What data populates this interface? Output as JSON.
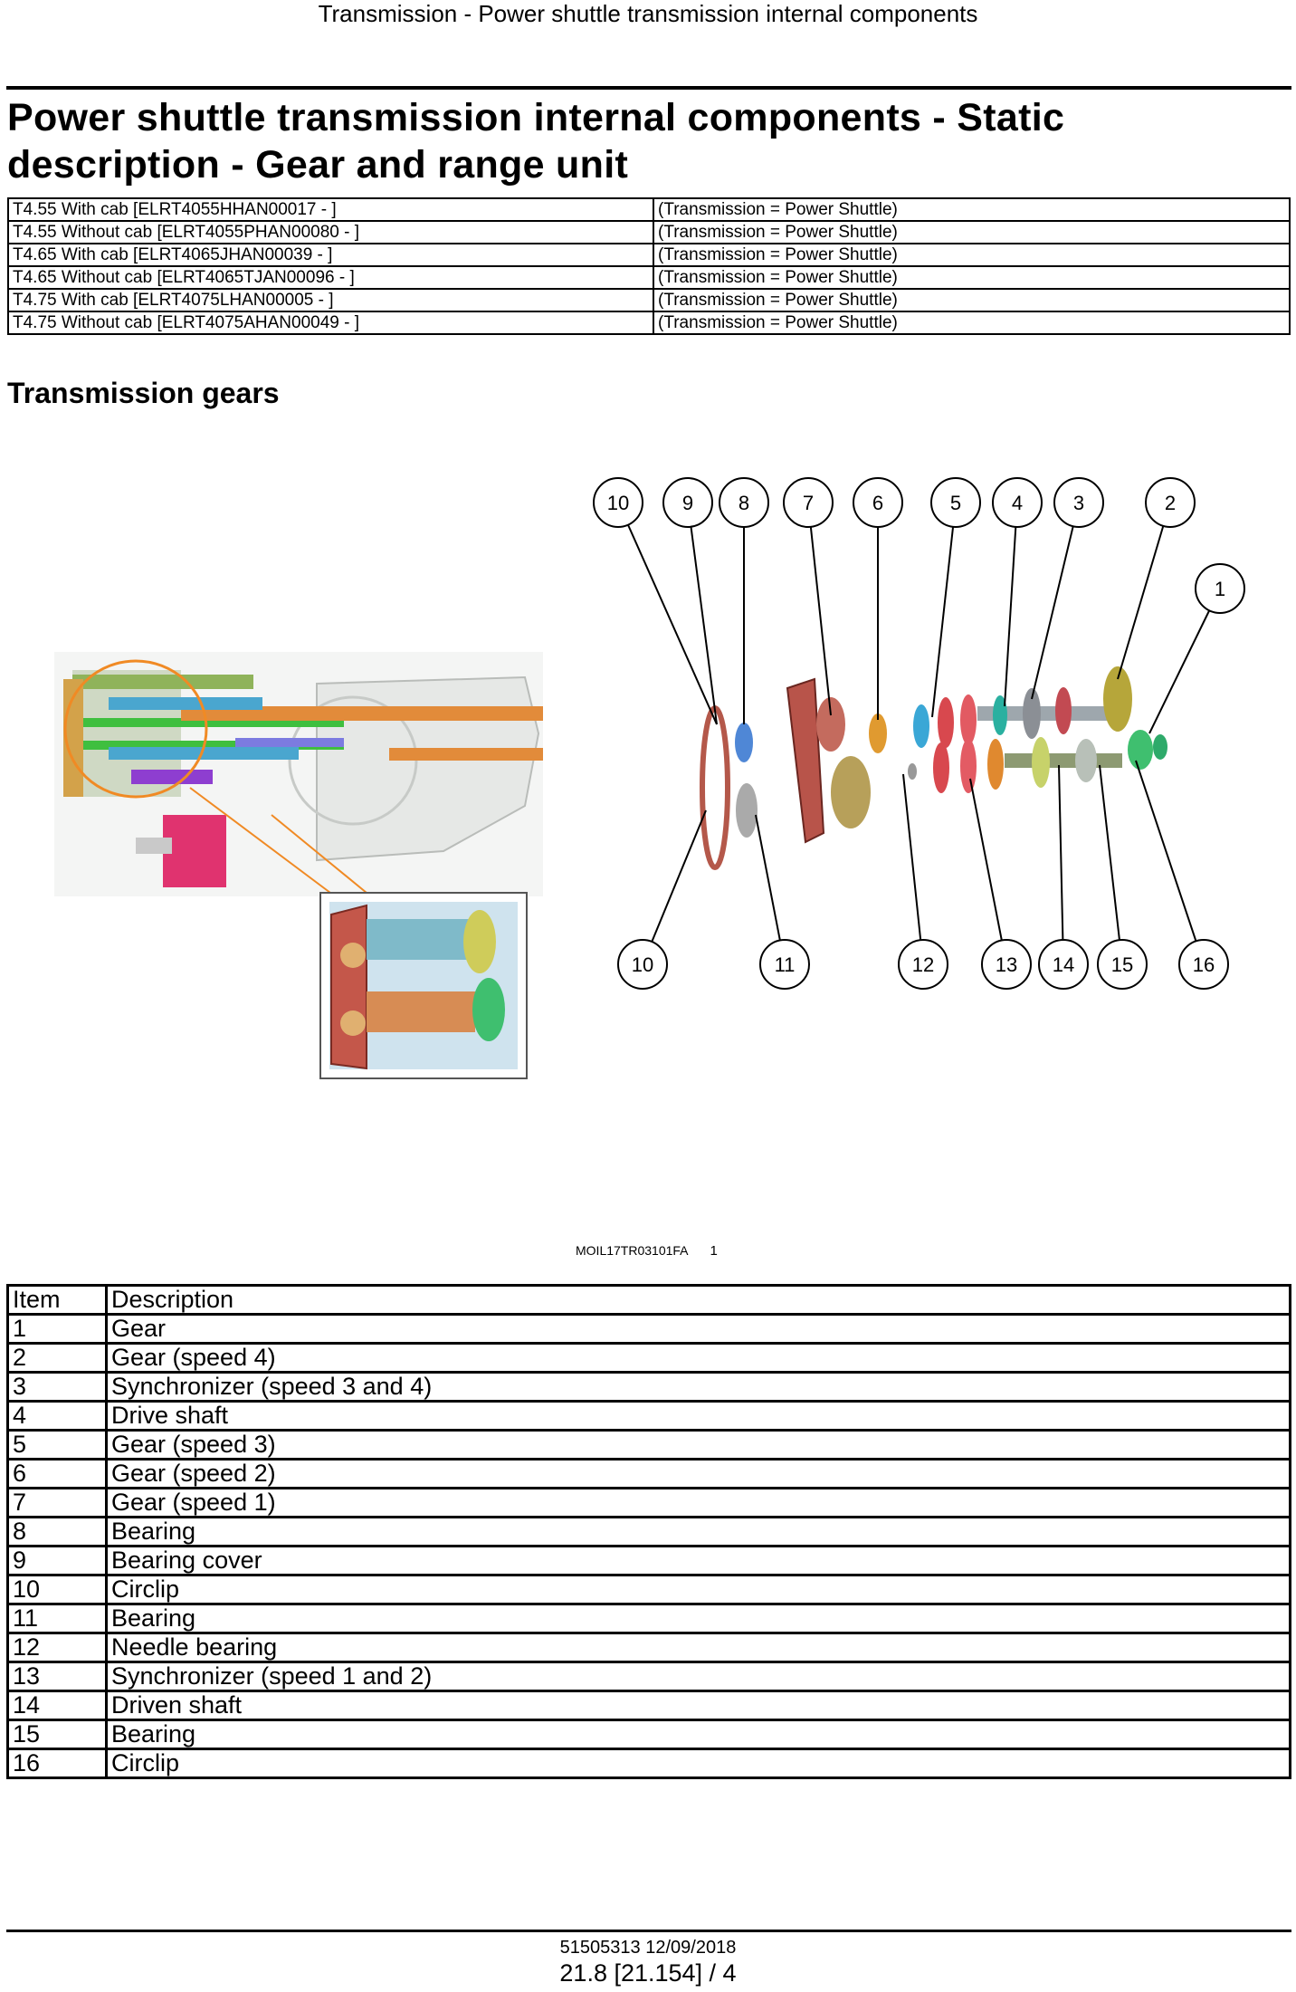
{
  "running_header": "Transmission - Power shuttle transmission internal components",
  "title": "Power shuttle transmission internal components - Static description - Gear and range unit",
  "applicability": [
    {
      "model": "T4.55 With cab [ELRT4055HHAN00017 - ]",
      "config": "(Transmission = Power Shuttle)"
    },
    {
      "model": "T4.55 Without cab [ELRT4055PHAN00080 - ]",
      "config": "(Transmission = Power Shuttle)"
    },
    {
      "model": "T4.65 With cab [ELRT4065JHAN00039 - ]",
      "config": "(Transmission = Power Shuttle)"
    },
    {
      "model": "T4.65 Without cab [ELRT4065TJAN00096 - ]",
      "config": "(Transmission = Power Shuttle)"
    },
    {
      "model": "T4.75 With cab [ELRT4075LHAN00005 - ]",
      "config": "(Transmission = Power Shuttle)"
    },
    {
      "model": "T4.75 Without cab [ELRT4075AHAN00049 - ]",
      "config": "(Transmission = Power Shuttle)"
    }
  ],
  "section_title": "Transmission gears",
  "figure": {
    "callouts": [
      "1",
      "2",
      "3",
      "4",
      "5",
      "6",
      "7",
      "8",
      "9",
      "10",
      "11",
      "12",
      "13",
      "14",
      "15",
      "16"
    ],
    "reference_code": "MOIL17TR03101FA",
    "reference_number": "1"
  },
  "parts_table": {
    "headers": [
      "Item",
      "Description"
    ],
    "rows": [
      {
        "item": "1",
        "description": "Gear"
      },
      {
        "item": "2",
        "description": "Gear (speed 4)"
      },
      {
        "item": "3",
        "description": "Synchronizer (speed 3 and 4)"
      },
      {
        "item": "4",
        "description": "Drive shaft"
      },
      {
        "item": "5",
        "description": "Gear (speed 3)"
      },
      {
        "item": "6",
        "description": "Gear (speed 2)"
      },
      {
        "item": "7",
        "description": "Gear (speed 1)"
      },
      {
        "item": "8",
        "description": "Bearing"
      },
      {
        "item": "9",
        "description": "Bearing cover"
      },
      {
        "item": "10",
        "description": "Circlip"
      },
      {
        "item": "11",
        "description": "Bearing"
      },
      {
        "item": "12",
        "description": "Needle bearing"
      },
      {
        "item": "13",
        "description": "Synchronizer (speed 1 and 2)"
      },
      {
        "item": "14",
        "description": "Driven shaft"
      },
      {
        "item": "15",
        "description": "Bearing"
      },
      {
        "item": "16",
        "description": "Circlip"
      }
    ]
  },
  "footer": {
    "doc_id": "51505313 12/09/2018",
    "page": "21.8 [21.154] / 4"
  }
}
